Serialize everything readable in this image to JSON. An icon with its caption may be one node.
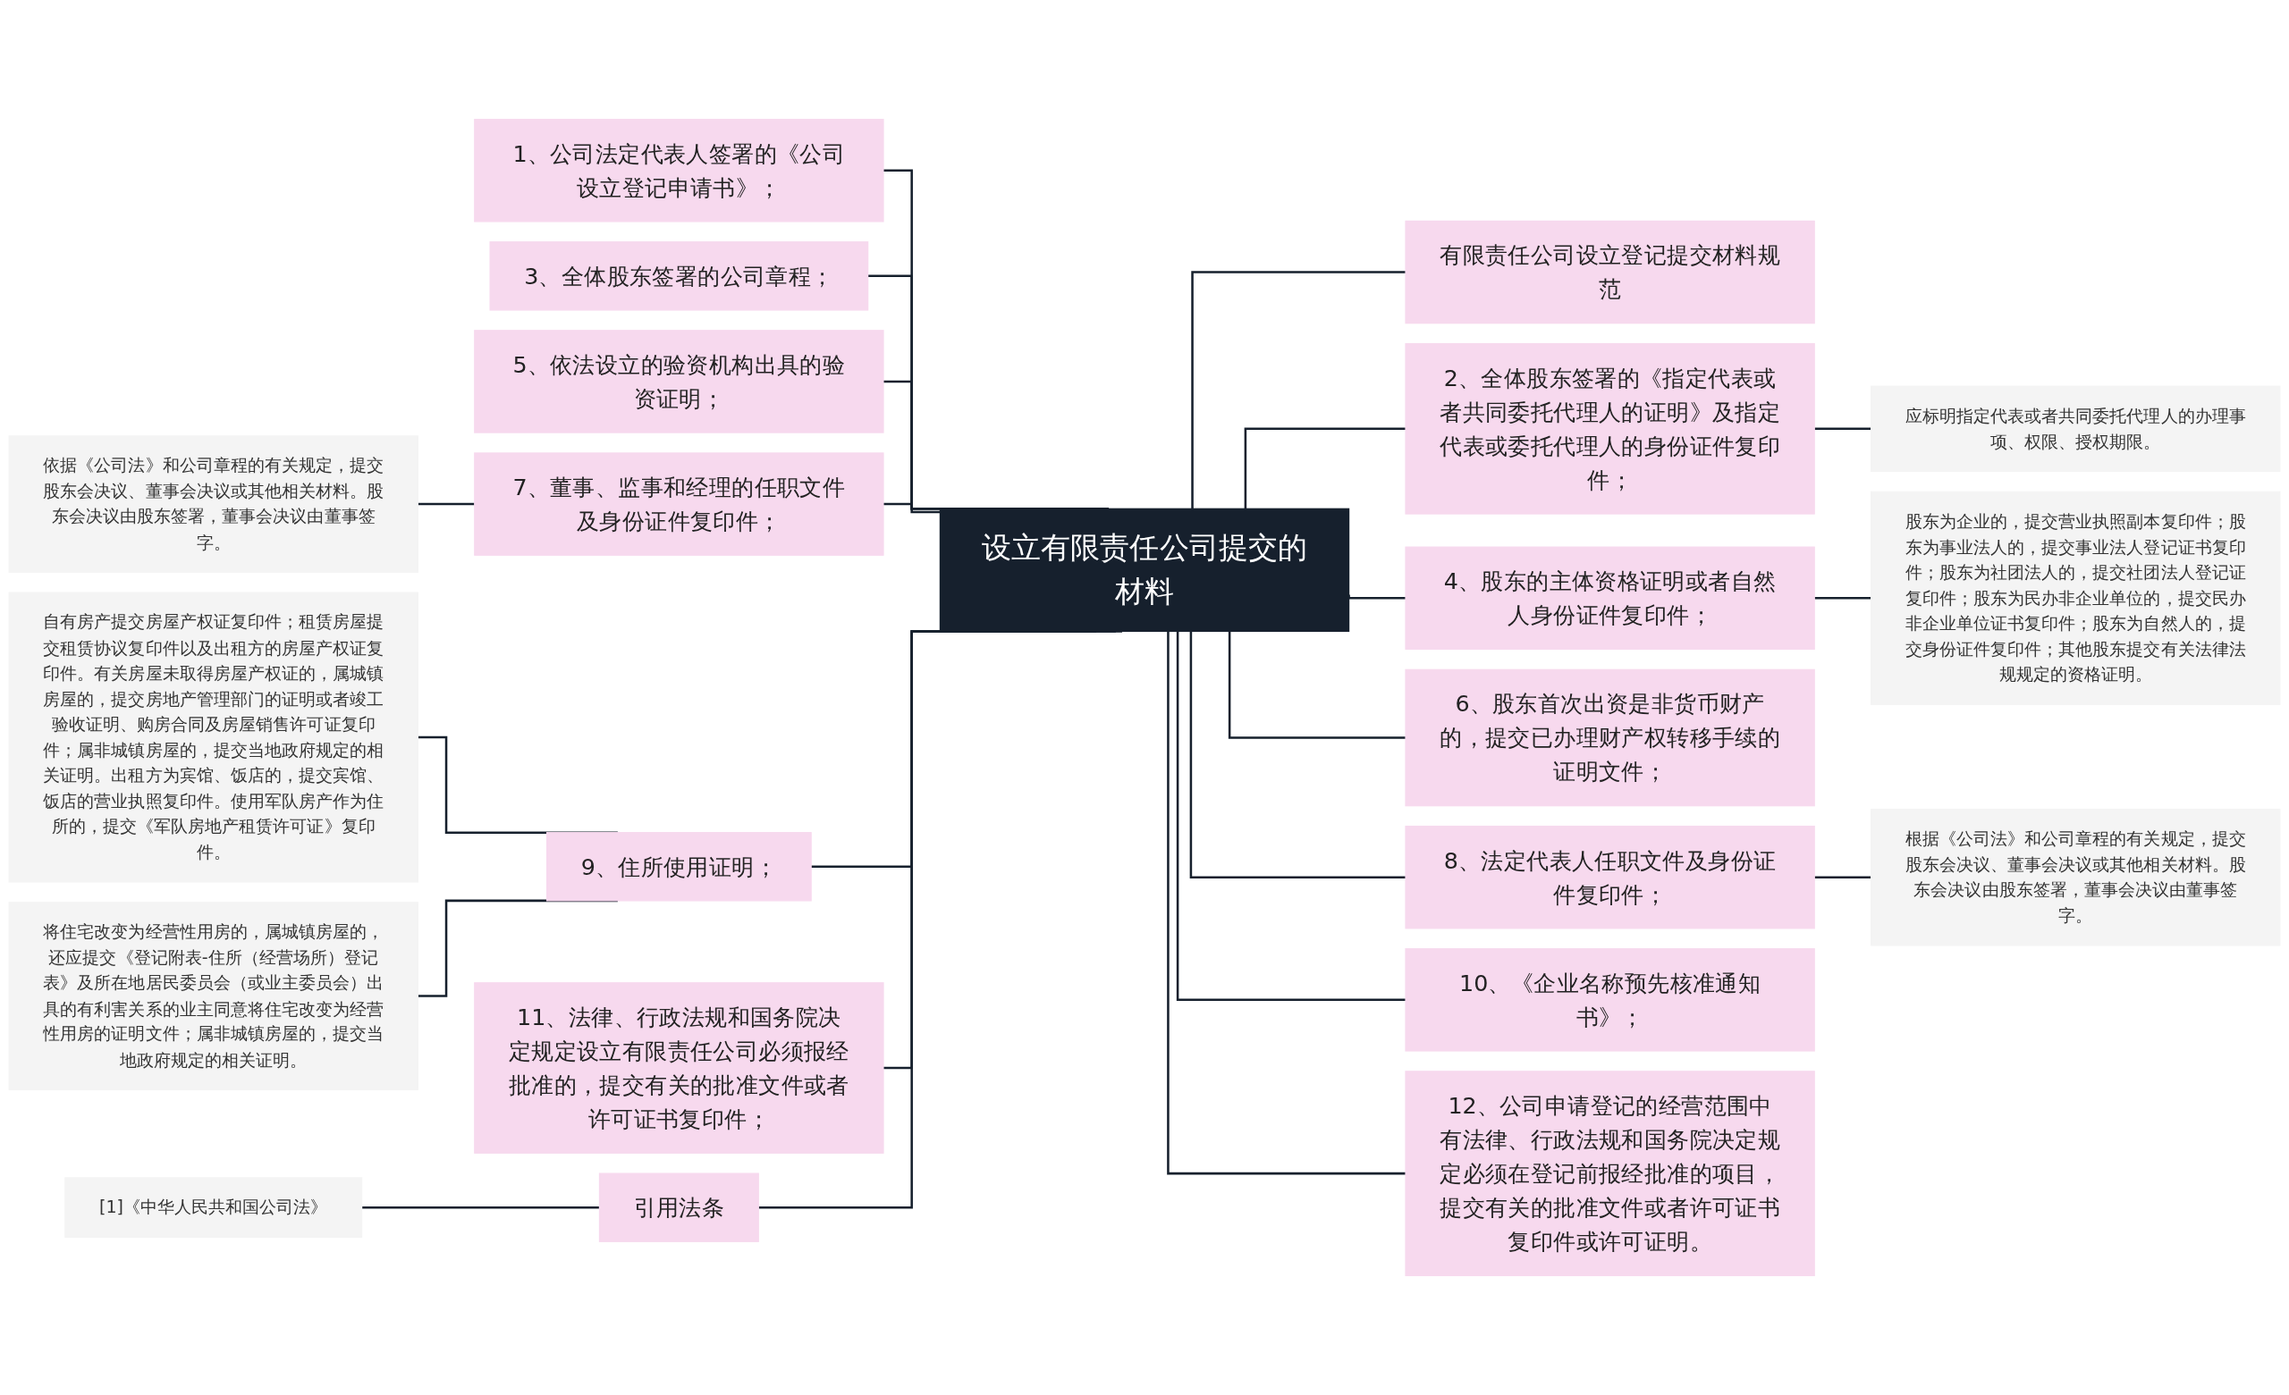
{
  "diagram": {
    "nodes": [
      {
        "text": [
          "设立有限责任公司提交的材料"
        ]
      },
      {
        "text": [
          "1、公司法定代表人签署的《公司设立登记申请书》；"
        ]
      },
      {
        "text": [
          "3、全体股东签署的公司章程；"
        ]
      },
      {
        "text": [
          "5、依法设立的验资机构出具的验资证明；"
        ]
      },
      {
        "text": [
          "7、董事、监事和经理的任职文件及身份证件复印件；"
        ]
      },
      {
        "text": [
          "依据《公司法》和公司章程的有关规定，提交股东会决议、董事会决议或其他相关材料。股东会决议由股东签署，董事会决议由董事签字。"
        ]
      },
      {
        "text": [
          "9、住所使用证明；"
        ]
      },
      {
        "text": [
          "自有房产提交房屋产权证复印件；租赁房屋提交租赁协议复印件以及出租方的房屋产权证复印件。有关房屋未取得房屋产权证的，属城镇房屋的，提交房地产管理部门的证明或者竣工验收证明、购房合同及房屋销售许可证复印件；属非城镇房屋的，提交当地政府规定的相关证明。出租方为宾馆、饭店的，提交宾馆、饭店的营业执照复印件。使用军队房产作为住所的，提交《军队房地产租赁许可证》复印件。"
        ]
      },
      {
        "text": [
          "将住宅改变为经营性用房的，属城镇房屋的，还应提交《登记附表-住所（经营场所）登记表》及所在地居民委员会（或业主委员会）出具的有利害关系的业主同意将住宅改变为经营性用房的证明文件；属非城镇房屋的，提交当地政府规定的相关证明。"
        ]
      },
      {
        "text": [
          "11、法律、行政法规和国务院决定规定设立有限责任公司必须报经批准的，提交有关的批准文件或者许可证书复印件；"
        ]
      },
      {
        "text": [
          "引用法条"
        ]
      },
      {
        "text": [
          "[1]《中华人民共和国公司法》"
        ]
      },
      {
        "text": [
          "有限责任公司设立登记提交材料规范"
        ]
      },
      {
        "text": [
          "2、全体股东签署的《指定代表或者共同委托代理人的证明》及指定代表或委托代理人的身份证件复印件；"
        ]
      },
      {
        "text": [
          "应标明指定代表或者共同委托代理人的办理事项、权限、授权期限。"
        ]
      },
      {
        "text": [
          "4、股东的主体资格证明或者自然人身份证件复印件；"
        ]
      },
      {
        "text": [
          "股东为企业的，提交营业执照副本复印件；股东为事业法人的，提交事业法人登记证书复印件；股东为社团法人的，提交社团法人登记证复印件；股东为民办非企业单位的，提交民办非企业单位证书复印件；股东为自然人的，提交身份证件复印件；其他股东提交有关法律法规规定的资格证明。"
        ]
      },
      {
        "text": [
          "6、股东首次出资是非货币财产的，提交已办理财产权转移手续的证明文件；"
        ]
      },
      {
        "text": [
          "8、法定代表人任职文件及身份证件复印件；"
        ]
      },
      {
        "text": [
          "根据《公司法》和公司章程的有关规定，提交股东会决议、董事会决议或其他相关材料。股东会决议由股东签署，董事会决议由董事签字。"
        ]
      },
      {
        "text": [
          "10、《企业名称预先核准通知书》；"
        ]
      },
      {
        "text": [
          "12、公司申请登记的经营范围中有法律、行政法规和国务院决定规定必须在登记前报经批准的项目，提交有关的批准文件或者许可证书复印件或许可证明。"
        ]
      }
    ],
    "edges": [
      {
        "from": 0,
        "to": 1,
        "arrow": "none"
      },
      {
        "from": 0,
        "to": 2,
        "arrow": "none"
      },
      {
        "from": 0,
        "to": 3,
        "arrow": "none"
      },
      {
        "from": 0,
        "to": 4,
        "arrow": "none"
      },
      {
        "from": 4,
        "to": 5,
        "arrow": "none"
      },
      {
        "from": 0,
        "to": 6,
        "arrow": "none"
      },
      {
        "from": 6,
        "to": 7,
        "arrow": "none"
      },
      {
        "from": 6,
        "to": 8,
        "arrow": "none"
      },
      {
        "from": 0,
        "to": 9,
        "arrow": "none"
      },
      {
        "from": 0,
        "to": 10,
        "arrow": "none"
      },
      {
        "from": 10,
        "to": 11,
        "arrow": "none"
      },
      {
        "from": 0,
        "to": 12,
        "arrow": "none"
      },
      {
        "from": 0,
        "to": 13,
        "arrow": "none"
      },
      {
        "from": 13,
        "to": 14,
        "arrow": "none"
      },
      {
        "from": 0,
        "to": 15,
        "arrow": "none"
      },
      {
        "from": 15,
        "to": 16,
        "arrow": "none"
      },
      {
        "from": 0,
        "to": 17,
        "arrow": "none"
      },
      {
        "from": 0,
        "to": 18,
        "arrow": "none"
      },
      {
        "from": 18,
        "to": 19,
        "arrow": "none"
      },
      {
        "from": 0,
        "to": 20,
        "arrow": "none"
      },
      {
        "from": 0,
        "to": 21,
        "arrow": "none"
      }
    ]
  }
}
